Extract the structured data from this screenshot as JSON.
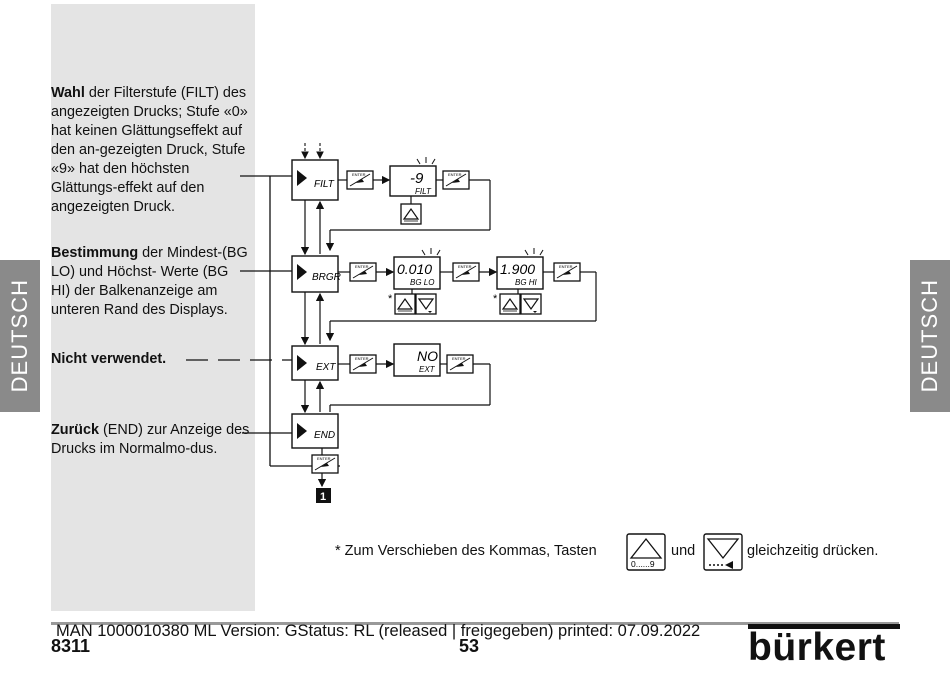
{
  "side_tab_label": "DEUTSCH",
  "notes": [
    {
      "bold": "Wahl",
      "text": " der Filterstufe (FILT) des angezeigten Drucks; Stufe «0» hat keinen Glättungseffekt auf den an-gezeigten Druck, Stufe «9» hat den höchsten Glättungs-effekt auf den angezeigten Druck."
    },
    {
      "bold": "Bestimmung",
      "text": " der Mindest-(BG LO) und Höchst- Werte (BG HI) der Balkenanzeige am unteren Rand des Displays."
    },
    {
      "bold": "Nicht verwendet.",
      "text": ""
    },
    {
      "bold": "Zurück",
      "text": " (END) zur Anzeige des Drucks im Normalmo-dus."
    }
  ],
  "diagram": {
    "menu": [
      "FILT",
      "BRGR",
      "EXT",
      "END"
    ],
    "enter_label": "ENTER",
    "filt_value": "-9",
    "filt_sub": "FILT",
    "bglo_value": "0.010",
    "bglo_sub": "BG LO",
    "bghi_value": "1.900",
    "bghi_sub": "BG HI",
    "ext_value": "NO",
    "ext_sub": "EXT",
    "asterisk": "*",
    "exit_marker": "1"
  },
  "footnote": {
    "before": "* Zum Verschieben des Kommas, Tasten",
    "middle": "und",
    "after": "gleichzeitig drücken.",
    "up_key_caption": "0......9"
  },
  "footer": {
    "meta": "MAN 1000010380 ML Version: GStatus: RL (released | freigegeben) printed: 07.09.2022",
    "doc_number": "8311",
    "page_number": "53",
    "brand": "bürkert"
  }
}
